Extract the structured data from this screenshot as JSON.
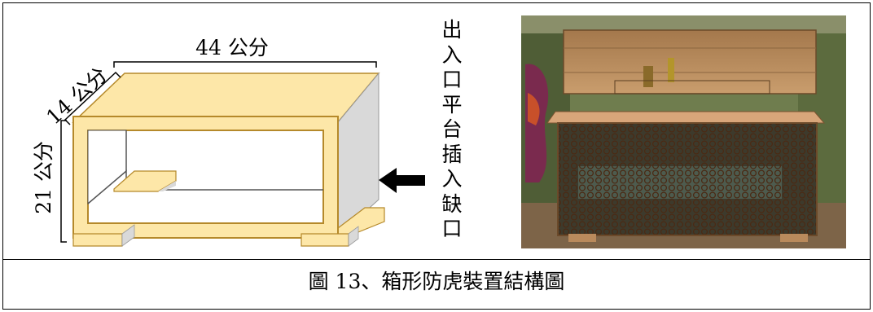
{
  "diagram": {
    "width_label": "44 公分",
    "depth_label": "14 公分",
    "height_label": "21 公分",
    "side_label_chars": [
      "出",
      "入",
      "口",
      "平",
      "台",
      "插",
      "入",
      "缺",
      "口"
    ]
  },
  "caption": "圖 13、箱形防虎裝置結構圖",
  "colors": {
    "frame_fill": "#fde7a8",
    "frame_stroke": "#b5892a",
    "side_fill": "#d9d9d9",
    "arrow": "#000000"
  }
}
